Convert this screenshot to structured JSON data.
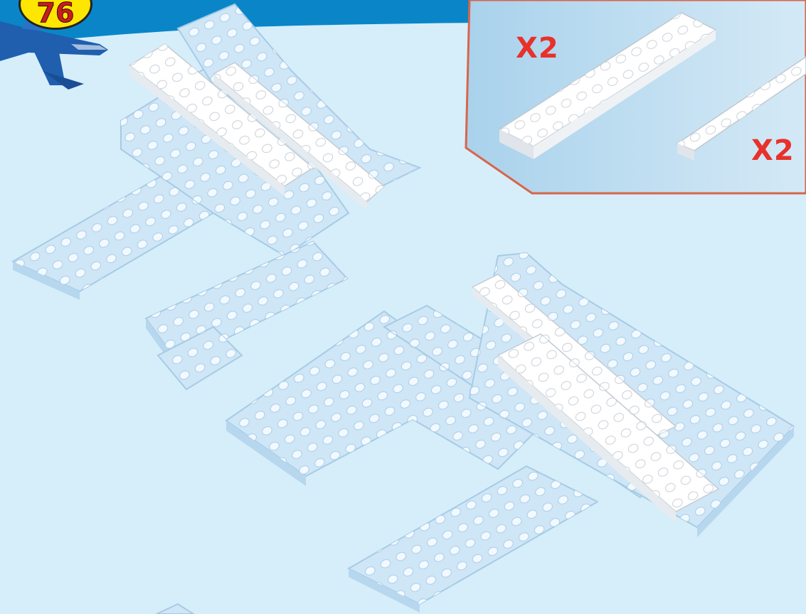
{
  "page": {
    "step_number": "76"
  },
  "parts_callout": {
    "items": [
      {
        "part": "white-plate-long",
        "quantity": "X2"
      },
      {
        "part": "white-plate-narrow",
        "quantity": "X2"
      }
    ]
  },
  "colors": {
    "background": "#d6eefa",
    "header_blue": "#0a86c8",
    "callout_panel": "#b4d8ee",
    "callout_border": "#d9644a",
    "quantity_red": "#e8312a",
    "plate_light_blue": "#cfe6f7",
    "plate_white": "#ffffff",
    "badge_yellow": "#ffe600",
    "airplane_blue": "#1f5fae"
  },
  "icons": {
    "airplane": "airplane-icon",
    "step_badge": "step-number-badge"
  }
}
